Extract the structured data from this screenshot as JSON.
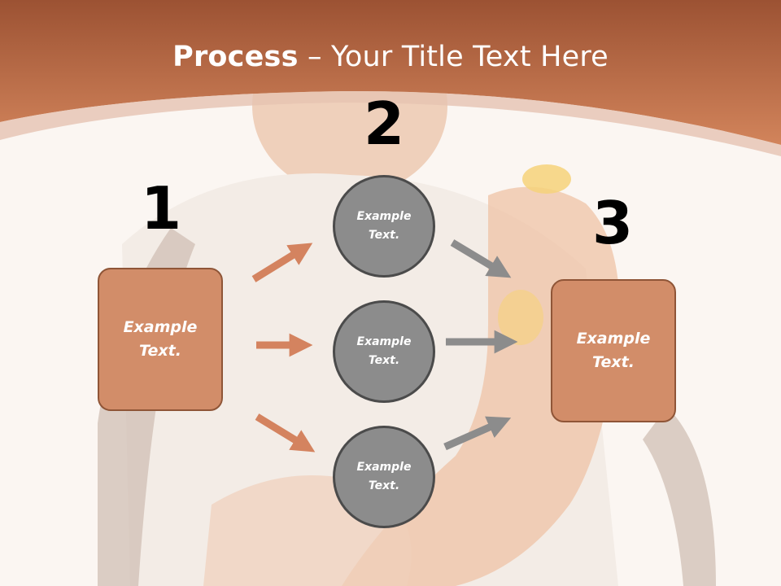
{
  "title": {
    "bold": "Process",
    "rest": " – Your Title Text Here"
  },
  "steps": {
    "one": "1",
    "two": "2",
    "three": "3"
  },
  "boxes": {
    "left": "Example Text.",
    "right": "Example Text."
  },
  "circles": [
    {
      "text": "Example Text."
    },
    {
      "text": "Example Text."
    },
    {
      "text": "Example Text."
    }
  ],
  "colors": {
    "header": "#b8653f",
    "box_fill": "#d28d69",
    "circle_fill": "#8c8c8c",
    "orange_arrow": "#d4835f",
    "gray_arrow": "#8c8c8c"
  }
}
